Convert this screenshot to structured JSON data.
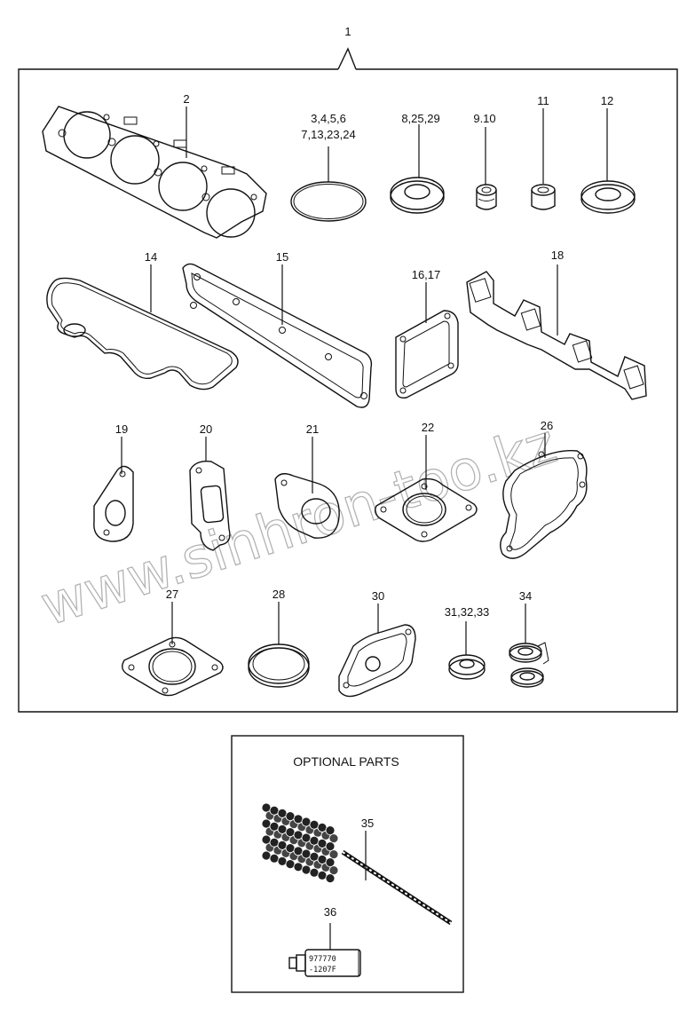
{
  "assembly": {
    "ref": "1"
  },
  "parts": [
    {
      "key": "p2",
      "label": "2"
    },
    {
      "key": "p3",
      "label": "3,4,5,6"
    },
    {
      "key": "p3b",
      "label": "7,13,23,24"
    },
    {
      "key": "p8",
      "label": "8,25,29"
    },
    {
      "key": "p9",
      "label": "9.10"
    },
    {
      "key": "p11",
      "label": "11"
    },
    {
      "key": "p12",
      "label": "12"
    },
    {
      "key": "p14",
      "label": "14"
    },
    {
      "key": "p15",
      "label": "15"
    },
    {
      "key": "p16",
      "label": "16,17"
    },
    {
      "key": "p18",
      "label": "18"
    },
    {
      "key": "p19",
      "label": "19"
    },
    {
      "key": "p20",
      "label": "20"
    },
    {
      "key": "p21",
      "label": "21"
    },
    {
      "key": "p22",
      "label": "22"
    },
    {
      "key": "p26",
      "label": "26"
    },
    {
      "key": "p27",
      "label": "27"
    },
    {
      "key": "p28",
      "label": "28"
    },
    {
      "key": "p30",
      "label": "30"
    },
    {
      "key": "p31",
      "label": "31,32,33"
    },
    {
      "key": "p34",
      "label": "34"
    },
    {
      "key": "p35",
      "label": "35"
    },
    {
      "key": "p36",
      "label": "36"
    }
  ],
  "optional": {
    "title": "OPTIONAL PARTS"
  },
  "tube": {
    "line1": "977770",
    "line2": "-1207F"
  },
  "watermark": {
    "text": "www.sinhron-too.kz"
  }
}
